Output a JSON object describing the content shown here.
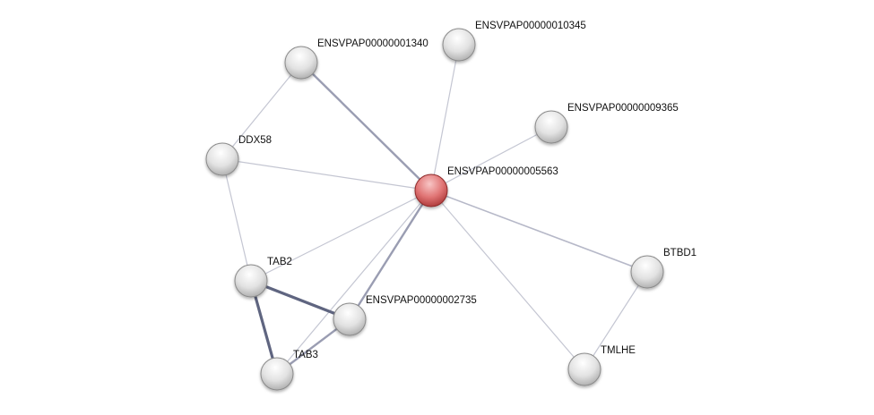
{
  "network": {
    "nodes": [
      {
        "id": "n1340",
        "label": "ENSVPAP00000001340",
        "query": false
      },
      {
        "id": "n10345",
        "label": "ENSVPAP00000010345",
        "query": false
      },
      {
        "id": "n9365",
        "label": "ENSVPAP00000009365",
        "query": false
      },
      {
        "id": "ddx58",
        "label": "DDX58",
        "query": false
      },
      {
        "id": "n5563",
        "label": "ENSVPAP00000005563",
        "query": true
      },
      {
        "id": "tab2",
        "label": "TAB2",
        "query": false
      },
      {
        "id": "n2735",
        "label": "ENSVPAP00000002735",
        "query": false
      },
      {
        "id": "btbd1",
        "label": "BTBD1",
        "query": false
      },
      {
        "id": "tab3",
        "label": "TAB3",
        "query": false
      },
      {
        "id": "tmlhe",
        "label": "TMLHE",
        "query": false
      }
    ],
    "edges": [
      {
        "from": "n1340",
        "to": "ddx58",
        "strength": "low"
      },
      {
        "from": "n1340",
        "to": "n5563",
        "strength": "medium"
      },
      {
        "from": "n10345",
        "to": "n5563",
        "strength": "low"
      },
      {
        "from": "n9365",
        "to": "n5563",
        "strength": "low"
      },
      {
        "from": "ddx58",
        "to": "n5563",
        "strength": "low"
      },
      {
        "from": "ddx58",
        "to": "tab2",
        "strength": "low"
      },
      {
        "from": "n5563",
        "to": "tab2",
        "strength": "low"
      },
      {
        "from": "n5563",
        "to": "n2735",
        "strength": "medium"
      },
      {
        "from": "n5563",
        "to": "tab3",
        "strength": "low"
      },
      {
        "from": "n5563",
        "to": "btbd1",
        "strength": "low-medium"
      },
      {
        "from": "n5563",
        "to": "tmlhe",
        "strength": "low"
      },
      {
        "from": "btbd1",
        "to": "tmlhe",
        "strength": "low"
      },
      {
        "from": "tab2",
        "to": "n2735",
        "strength": "high"
      },
      {
        "from": "tab2",
        "to": "tab3",
        "strength": "high"
      },
      {
        "from": "tab3",
        "to": "n2735",
        "strength": "medium"
      }
    ],
    "colors": {
      "query_node": "#d9534f",
      "node": "#d8d8d8",
      "edge": "#5a6078"
    }
  }
}
